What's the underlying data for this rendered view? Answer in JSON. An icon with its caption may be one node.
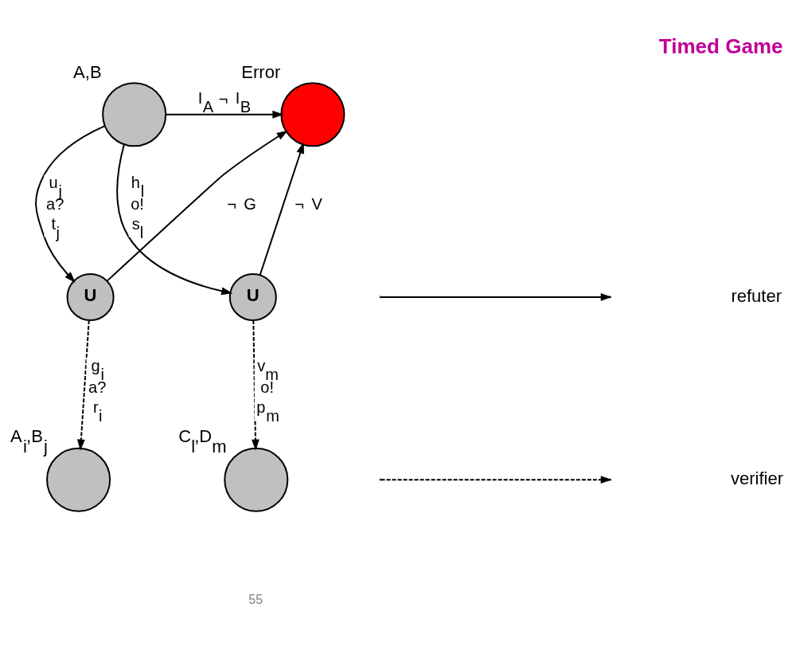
{
  "diagram": {
    "title": "Timed Game",
    "nodes": [
      {
        "text": [],
        "shape": "circle",
        "beside": [
          "A,B"
        ]
      },
      {
        "text": [],
        "shape": "circle",
        "beside": [
          "Error"
        ]
      },
      {
        "text": [
          "U"
        ]
      },
      {
        "text": [
          "U"
        ]
      },
      {
        "text": [],
        "shape": "circle",
        "beside": [
          "A$_{i}$,B$_{j}$"
        ]
      },
      {
        "text": [],
        "shape": "circle",
        "beside": [
          "C$_{l}$,D$_{m}$"
        ]
      }
    ],
    "edges": [
      {
        "from": 0,
        "to": 1,
        "arrow": "to",
        "label": "I$_{A}$ ¬ I$_{B}$"
      },
      {
        "from": 0,
        "to": 2,
        "arrow": "to",
        "label": "u$_{j}$ a? t$_{j}$"
      },
      {
        "from": 0,
        "to": 3,
        "arrow": "to",
        "label": "h$_{l}$ o! s$_{l}$"
      },
      {
        "from": 2,
        "to": 1,
        "arrow": "to",
        "label": "¬ G"
      },
      {
        "from": 3,
        "to": 1,
        "arrow": "to",
        "label": "¬ V"
      },
      {
        "from": 2,
        "to": 4,
        "arrow": "to",
        "style": "dashed",
        "label": "g$_{i}$ a? r$_{i}$"
      },
      {
        "from": 3,
        "to": 5,
        "arrow": "to",
        "style": "dashed",
        "label": "v$_{m}$ o! p$_{m}$"
      }
    ],
    "labels": [
      "55"
    ],
    "legend": [
      {
        "text": "refuter"
      },
      {
        "text": "verifier"
      }
    ]
  }
}
